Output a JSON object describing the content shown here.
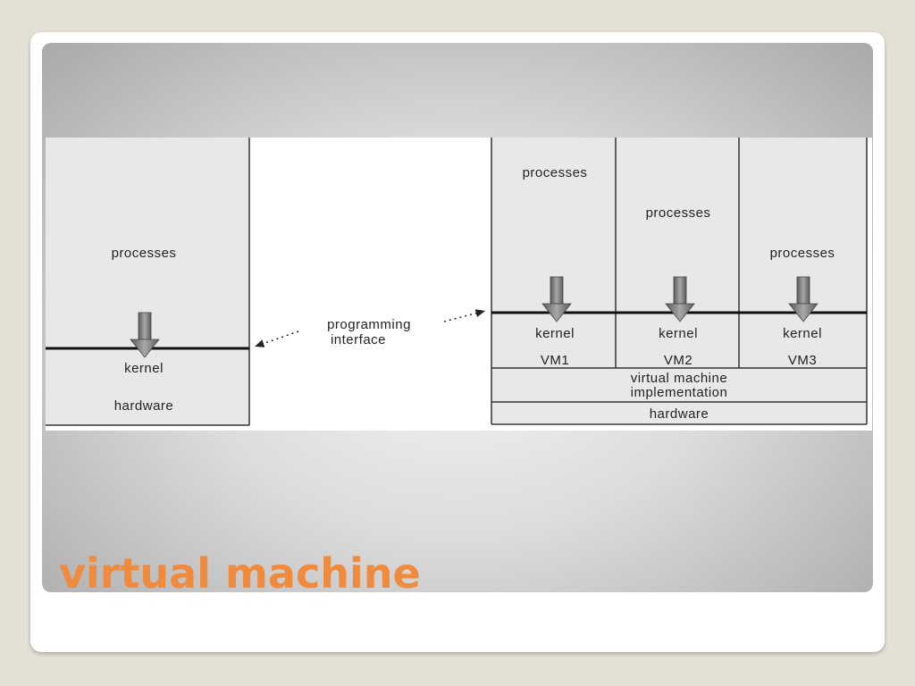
{
  "slide": {
    "title": "virtual machine",
    "title_color": "#f08a3c"
  },
  "diagram": {
    "non_virtual": {
      "processes": "processes",
      "kernel": "kernel",
      "hardware": "hardware"
    },
    "interface_label": [
      "programming",
      "interface"
    ],
    "virtual": {
      "vms": [
        {
          "processes": "processes",
          "kernel": "kernel",
          "vm": "VM1"
        },
        {
          "processes": "processes",
          "kernel": "kernel",
          "vm": "VM2"
        },
        {
          "processes": "processes",
          "kernel": "kernel",
          "vm": "VM3"
        }
      ],
      "implementation": [
        "virtual machine",
        "implementation"
      ],
      "hardware": "hardware"
    }
  }
}
